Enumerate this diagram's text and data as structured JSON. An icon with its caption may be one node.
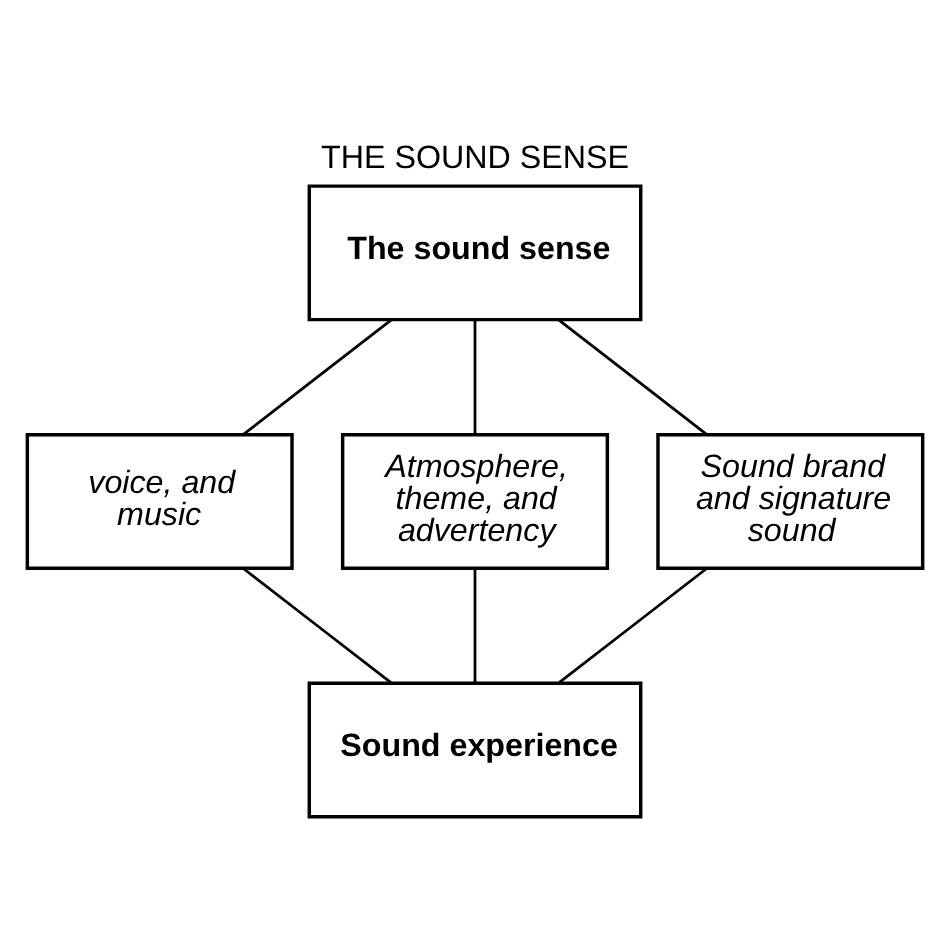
{
  "diagram": {
    "title": "THE SOUND SENSE",
    "nodes": [
      {
        "text": [
          "The sound sense"
        ]
      },
      {
        "text": [
          "voice, and music"
        ]
      },
      {
        "text": [
          "Atmosphere, theme, and advertency"
        ]
      },
      {
        "text": [
          "Sound brand and signature sound"
        ]
      },
      {
        "text": [
          "Sound experience"
        ]
      }
    ],
    "edges": [
      {
        "from": 0,
        "to": 1,
        "arrow": "none"
      },
      {
        "from": 0,
        "to": 2,
        "arrow": "none"
      },
      {
        "from": 0,
        "to": 3,
        "arrow": "none"
      },
      {
        "from": 1,
        "to": 4,
        "arrow": "none"
      },
      {
        "from": 2,
        "to": 4,
        "arrow": "none"
      },
      {
        "from": 3,
        "to": 4,
        "arrow": "none"
      }
    ]
  }
}
